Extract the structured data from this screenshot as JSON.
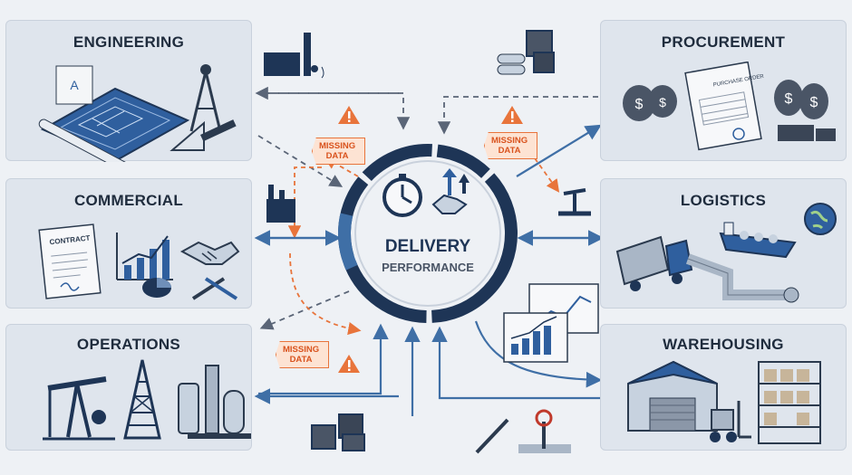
{
  "panels": {
    "engineering": "ENGINEERING",
    "commercial": "COMMERCIAL",
    "operations": "OPERATIONS",
    "procurement": "PROCUREMENT",
    "logistics": "LOGISTICS",
    "warehousing": "WAREHOUSING"
  },
  "hub": {
    "line1": "DELIVERY",
    "line2": "PERFORMANCE"
  },
  "missing_data_label": {
    "line1": "MISSING",
    "line2": "DATA"
  },
  "document_labels": {
    "contract": "CONTRACT",
    "purchase_order": "PURCHASE ORDER"
  },
  "colors": {
    "navy": "#1e3556",
    "blue": "#3f6fa6",
    "orange": "#e8743b",
    "panel": "#dfe5ed"
  },
  "icons": [
    "blueprint-icon",
    "compass-icon",
    "contract-icon",
    "growth-chart-icon",
    "handshake-icon",
    "pie-chart-icon",
    "tools-icon",
    "oil-pump-icon",
    "drilling-rig-icon",
    "refinery-icon",
    "money-bags-icon",
    "purchase-order-icon",
    "truck-icon",
    "tanker-ship-icon",
    "globe-icon",
    "pipeline-icon",
    "warehouse-icon",
    "forklift-icon",
    "stopwatch-icon",
    "warning-icon"
  ]
}
